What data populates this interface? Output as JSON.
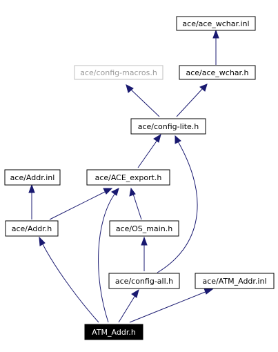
{
  "graph": {
    "nodes": {
      "ace_wchar_inl": "ace/ace_wchar.inl",
      "config_macros_h": "ace/config-macros.h",
      "ace_wchar_h": "ace/ace_wchar.h",
      "config_lite_h": "ace/config-lite.h",
      "addr_inl": "ace/Addr.inl",
      "ace_export_h": "ace/ACE_export.h",
      "addr_h": "ace/Addr.h",
      "os_main_h": "ace/OS_main.h",
      "config_all_h": "ace/config-all.h",
      "atm_addr_inl": "ace/ATM_Addr.inl",
      "atm_addr_h": "ATM_Addr.h"
    },
    "colors": {
      "edge": "#191970",
      "node_border": "#000000",
      "dim_border": "#bfbfbf",
      "focus_fill": "#000000"
    }
  }
}
